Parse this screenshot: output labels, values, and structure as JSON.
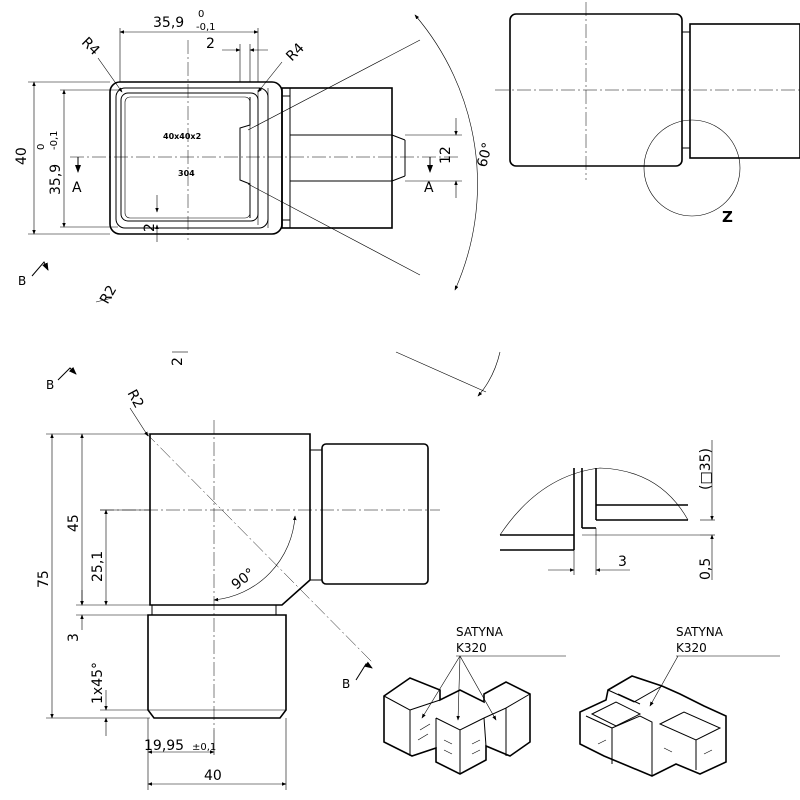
{
  "top_view": {
    "dim_width": "35,9",
    "dim_width_tol_upper": "0",
    "dim_width_tol_lower": "-0,1",
    "dim_2_top": "2",
    "radius_left": "R4",
    "radius_right": "R4",
    "dim_height_outer": "40",
    "dim_height_inner": "35,9",
    "dim_height_tol_upper": "0",
    "dim_height_tol_lower": "-0,1",
    "section_left": "A",
    "section_right": "A",
    "dim_12": "12",
    "angle_60": "60°",
    "profile_label": "40x40x2",
    "material_label": "304",
    "dim_2_bottom": "2",
    "view_b_label": "B",
    "radius_r2": "R2"
  },
  "side_view": {
    "detail_label": "Z"
  },
  "front_view": {
    "view_b_top": "B",
    "dim_2": "2",
    "radius_r2": "R2",
    "dim_75": "75",
    "dim_45": "45",
    "dim_25_1": "25,1",
    "dim_3": "3",
    "chamfer": "1x45°",
    "angle_90": "90°",
    "dim_19_95": "19,95",
    "dim_19_95_tol": "±0,1",
    "dim_40": "40",
    "view_b_bottom": "B"
  },
  "detail_z": {
    "dim_35": "(□35)",
    "dim_3": "3",
    "dim_0_5": "0,5"
  },
  "iso_left": {
    "finish": "SATYNA",
    "grit": "K320"
  },
  "iso_right": {
    "finish": "SATYNA",
    "grit": "K320"
  }
}
